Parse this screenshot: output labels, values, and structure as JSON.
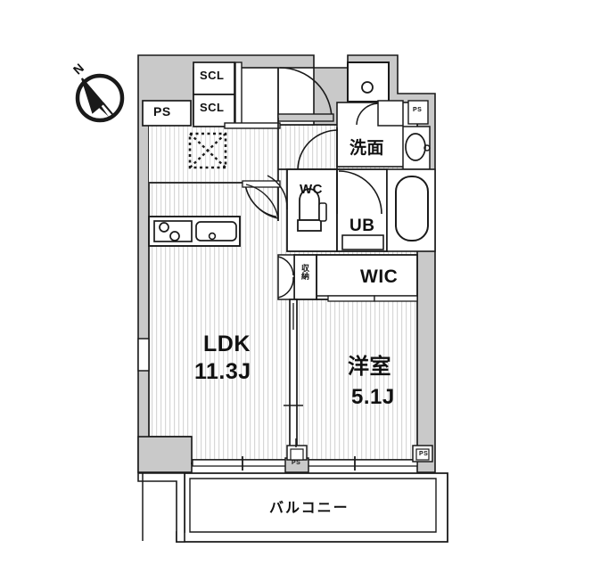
{
  "plan": {
    "type": "japanese-apartment-floor-plan",
    "layout_code": "1LDK",
    "background": "#ffffff",
    "wall_fill": "#c9c9c9",
    "line_color": "#1a1a1a",
    "floor_hatch_color": "#d8d8d8",
    "compass": {
      "label": "N",
      "direction": "northwest"
    },
    "rooms": [
      {
        "name": "ldk",
        "label": "LDK",
        "area": "11.3J"
      },
      {
        "name": "western-room",
        "label": "洋室",
        "area": "5.1J"
      },
      {
        "name": "balcony",
        "label": "バルコニー",
        "area": ""
      },
      {
        "name": "wic",
        "label": "WIC",
        "area": ""
      },
      {
        "name": "unit-bath",
        "label": "UB",
        "area": ""
      },
      {
        "name": "toilet",
        "label": "WC",
        "area": ""
      },
      {
        "name": "washroom",
        "label": "洗面",
        "area": ""
      },
      {
        "name": "storage",
        "label": "収納",
        "area": ""
      },
      {
        "name": "closet-upper",
        "label": "SCL",
        "area": ""
      },
      {
        "name": "closet-lower",
        "label": "SCL",
        "area": ""
      }
    ],
    "labels": {
      "ldk": "LDK",
      "ldk_area": "11.3J",
      "room": "洋室",
      "room_area": "5.1J",
      "wic": "WIC",
      "ub": "UB",
      "wc": "WC",
      "senmen": "洗面",
      "storage": "収納",
      "balcony": "バルコニー",
      "scl_top": "SCL",
      "scl_bottom": "SCL",
      "ps_main": "PS",
      "ps_top_right": "PS",
      "ps_balcony_center": "PS",
      "ps_balcony_right": "PS",
      "north": "N"
    }
  }
}
